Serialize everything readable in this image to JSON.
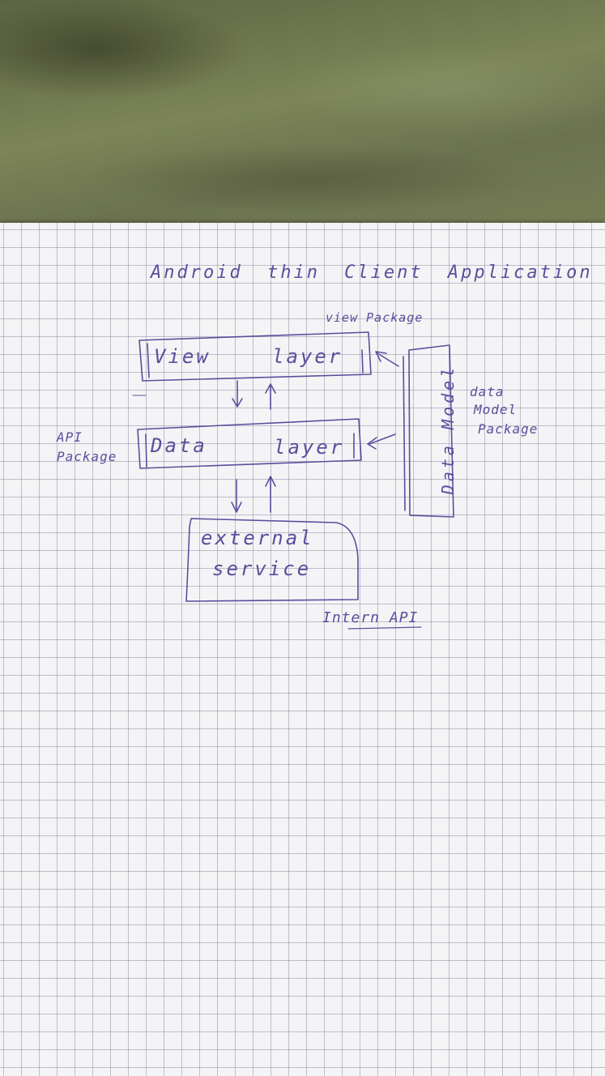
{
  "title": "Android thin Client Application",
  "labels": {
    "view_package": "view Package",
    "view_layer_a": "View",
    "view_layer_b": "layer",
    "data_layer_a": "Data",
    "data_layer_b": "layer",
    "api_package_1": "API",
    "api_package_2": "Package",
    "external_1": "external",
    "external_2": "service",
    "intern_api": "Intern API",
    "data_model_vertical": "Data Model",
    "data_model_package_1": "data",
    "data_model_package_2": "Model",
    "data_model_package_3": "Package"
  },
  "colors": {
    "ink": "#5a4f9c",
    "paper": "#f4f4f6",
    "grid": "#8c90a8",
    "fabric": "#6f7650"
  }
}
